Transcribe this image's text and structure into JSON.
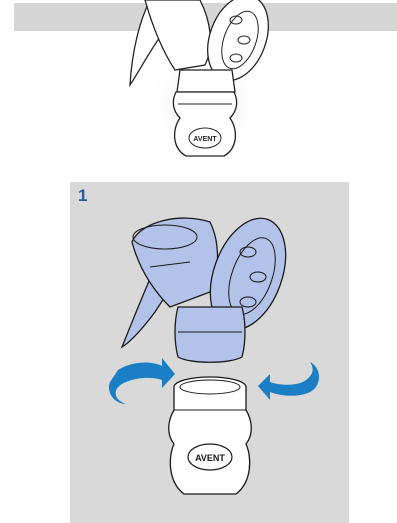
{
  "step": {
    "number": "1"
  },
  "brand_logo": "AVENT",
  "colors": {
    "pump_blue": "#b3c2e8",
    "arrow_blue": "#1a7fc4",
    "panel_gray": "#d9d9d9",
    "band_gray": "#d6d6d6",
    "step_blue": "#2c5aa0"
  },
  "icons": [
    "breast-pump-illustration",
    "rotate-arrow-left-icon",
    "rotate-arrow-right-icon"
  ]
}
